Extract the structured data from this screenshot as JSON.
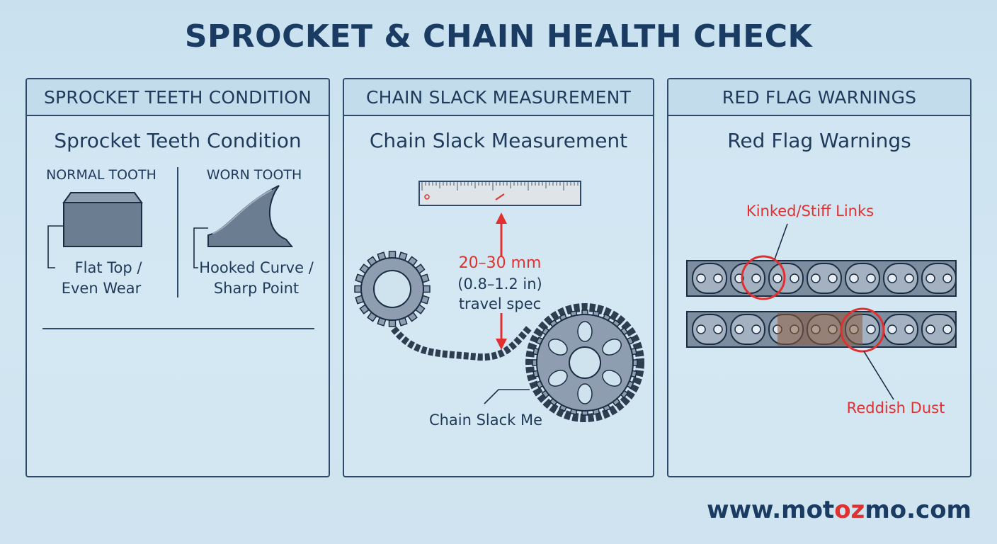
{
  "title": "SPROCKET & CHAIN HEALTH CHECK",
  "panels": [
    {
      "header": "SPROCKET TEETH CONDITION",
      "subtitle": "Sprocket Teeth Condition",
      "normal_label": "NORMAL TOOTH",
      "worn_label": "WORN TOOTH",
      "normal_desc_1": "Flat Top /",
      "normal_desc_2": "Even Wear",
      "worn_desc_1": "Hooked Curve /",
      "worn_desc_2": "Sharp Point"
    },
    {
      "header": "CHAIN SLACK MEASUREMENT",
      "subtitle": "Chain Slack Measurement",
      "spec_1": "20–30 mm",
      "spec_2": "(0.8–1.2 in)",
      "spec_3": "travel spec",
      "callout": "Chain Slack Me"
    },
    {
      "header": "RED FLAG WARNINGS",
      "subtitle": "Red Flag Warnings",
      "callout_top": "Kinked/Stiff Links",
      "callout_bottom": "Reddish Dust"
    }
  ],
  "footer": {
    "prefix": "www.mot",
    "highlight": "oz",
    "suffix": "mo.com"
  },
  "colors": {
    "navy": "#1a3b62",
    "accent_red": "#e03030",
    "metal": "#6b7d90",
    "rust": "#8a5a3a"
  }
}
